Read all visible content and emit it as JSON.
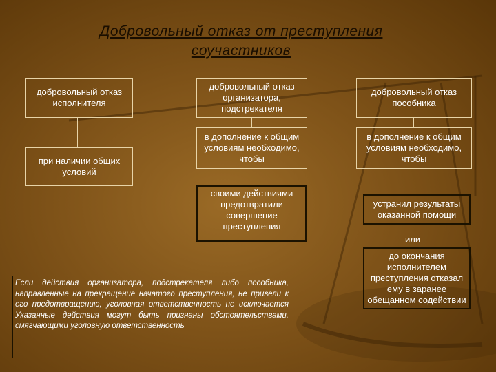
{
  "title": {
    "line1": "Добровольный отказ от преступления",
    "line2": "соучастников"
  },
  "columns": {
    "executor": {
      "head": "добровольный отказ исполнителя",
      "condition": "при наличии общих условий"
    },
    "organizer": {
      "head": "добровольный отказ организатора, подстрекателя",
      "condition": "в дополнение к общим условиям необходимо, чтобы",
      "requirement": "своими действиями предотвратили совершение преступления"
    },
    "accomplice": {
      "head": "добровольный отказ пособника",
      "condition": "в дополнение к общим условиям необходимо, чтобы",
      "requirement_1": "устранил результаты оказанной помощи",
      "or_label": "или",
      "requirement_2": "до окончания исполнителем преступления отказал ему в заранее обещанном содействии"
    }
  },
  "note": "Если действия организатора, подстрекателя либо пособника, направленные на прекращение начатого преступления, не привели к его предотвращению, уголовная ответственность не исключается Указанные действия могут быть признаны обстоятельствами, смягчающими уголовную ответственность",
  "colors": {
    "background": "#7e5218",
    "box_border_light": "#e8d4a8",
    "box_border_dark": "#1b1200",
    "title_text": "#1a0e00"
  }
}
